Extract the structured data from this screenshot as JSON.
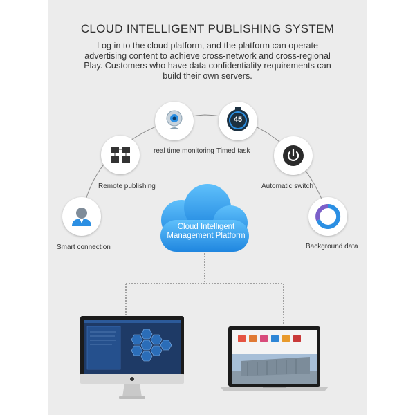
{
  "header": {
    "title": "CLOUD INTELLIGENT PUBLISHING SYSTEM",
    "description": "Log in to the cloud platform, and the platform can operate advertising content to achieve cross-network and cross-regional Play. Customers who have data confidentiality requirements can build their own servers."
  },
  "cloud": {
    "line1": "Cloud Intelligent",
    "line2": "Management Platform"
  },
  "nodes": {
    "smart_connection": "Smart connection",
    "remote_publishing": "Remote publishing",
    "realtime_monitoring": "real time monitoring",
    "timed_task": "Timed task",
    "timed_task_value": "45",
    "automatic_switch": "Automatic switch",
    "background_data": "Background data"
  },
  "colors": {
    "accent_blue": "#2b8fe3",
    "cloud_blue": "#3aa3ee",
    "panel_gray": "#ececec"
  }
}
